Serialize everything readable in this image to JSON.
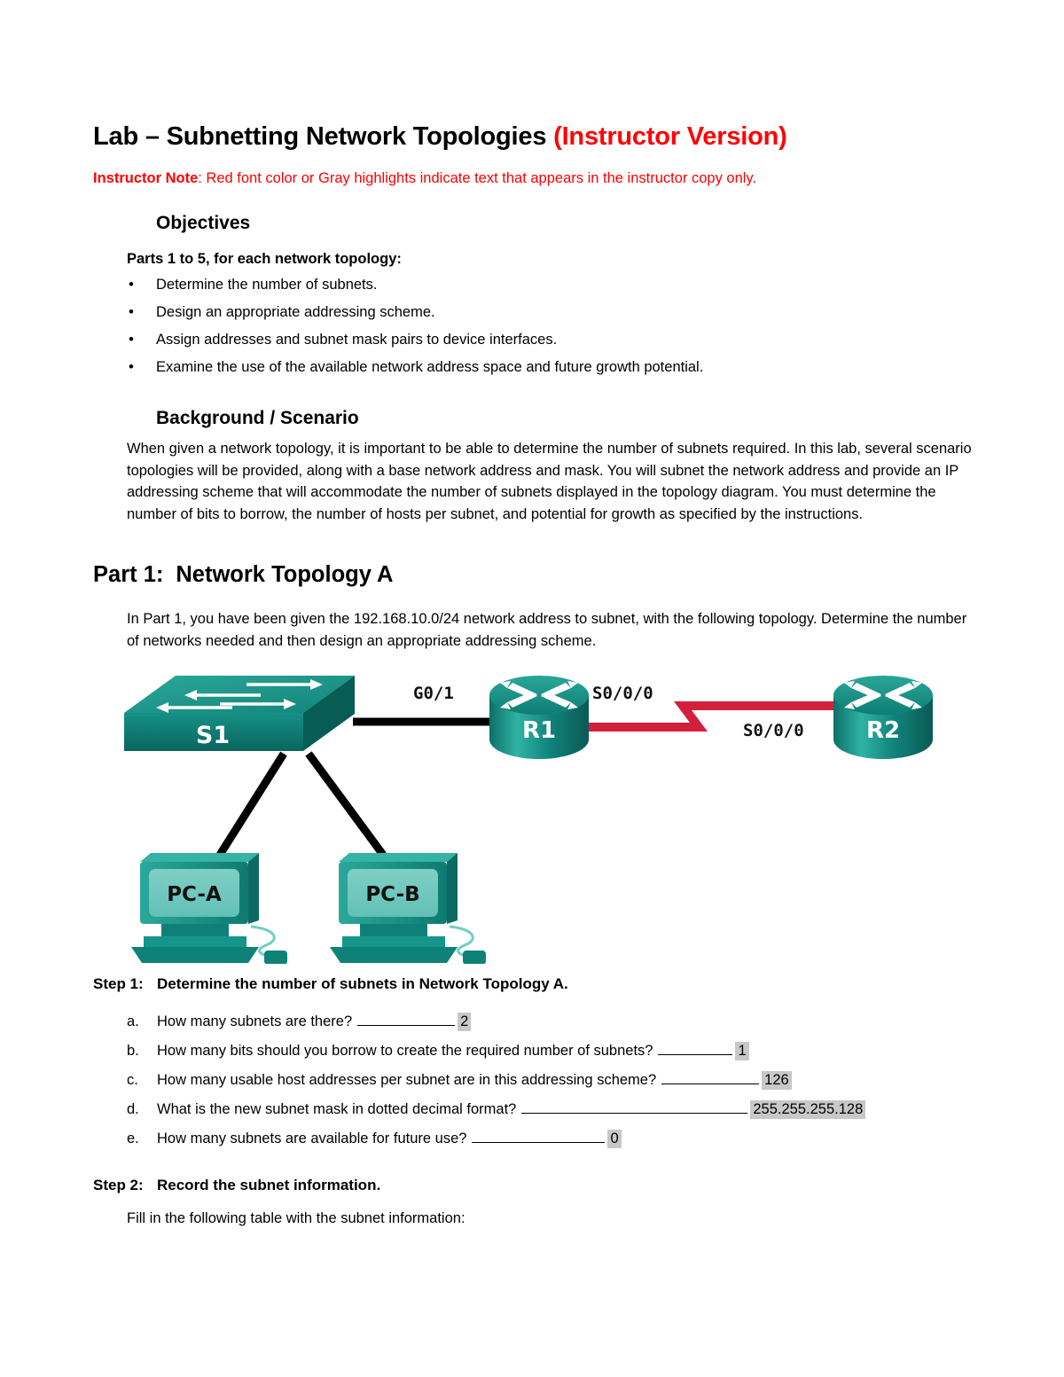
{
  "document": {
    "title_main": "Lab – Subnetting Network Topologies ",
    "title_suffix": "(Instructor Version)",
    "instructor_note_label": "Instructor Note",
    "instructor_note_text": ": Red font color or Gray highlights indicate text that appears in the instructor copy only.",
    "accent_red": "#ff0000",
    "highlight_gray": "#c8c8c8"
  },
  "objectives": {
    "heading": "Objectives",
    "lead": "Parts 1 to 5, for each network topology:",
    "items": [
      "Determine the number of subnets.",
      "Design an appropriate addressing scheme.",
      "Assign addresses and subnet mask pairs to device interfaces.",
      "Examine the use of the available network address space and future growth potential."
    ]
  },
  "background": {
    "heading": "Background / Scenario",
    "text": "When given a network topology, it is important to be able to determine the number of subnets required. In this lab, several scenario topologies will be provided, along with a base network address and mask. You will subnet the network address and provide an IP addressing scheme that will accommodate the number of subnets displayed in the topology diagram. You must determine the number of bits to borrow, the number of hosts per subnet, and potential for growth as specified by the instructions."
  },
  "part1": {
    "number": "Part 1:",
    "heading": "Network Topology A",
    "intro": "In Part 1, you have been given the 192.168.10.0/24 network address to subnet, with the following topology. Determine the number of networks needed and then design an appropriate addressing scheme."
  },
  "topology": {
    "devices": {
      "switch": "S1",
      "router1": "R1",
      "router2": "R2",
      "pc_a": "PC-A",
      "pc_b": "PC-B"
    },
    "interfaces": {
      "r1_lan": "G0/1",
      "r1_serial": "S0/0/0",
      "r2_serial": "S0/0/0"
    },
    "colors": {
      "device_teal": "#1a9287",
      "device_teal_dark": "#0d6f68",
      "ethernet_link": "#000000",
      "serial_link": "#d2203c"
    }
  },
  "step1": {
    "label": "Step 1:",
    "heading": "Determine the number of subnets in Network Topology A.",
    "questions": [
      {
        "marker": "a.",
        "text": "How many subnets are there?",
        "blank_width": 110,
        "answer": "2"
      },
      {
        "marker": "b.",
        "text": "How many bits should you borrow to create the required number of subnets?",
        "blank_width": 84,
        "answer": "1"
      },
      {
        "marker": "c.",
        "text": "How many usable host addresses per subnet are in this addressing scheme?",
        "blank_width": 110,
        "answer": "126"
      },
      {
        "marker": "d.",
        "text": "What is the new subnet mask in dotted decimal format?",
        "blank_width": 255,
        "answer": "255.255.255.128"
      },
      {
        "marker": "e.",
        "text": "How many subnets are available for future use?",
        "blank_width": 150,
        "answer": "0"
      }
    ]
  },
  "step2": {
    "label": "Step 2:",
    "heading": "Record the subnet information.",
    "text": "Fill in the following table with the subnet information:"
  }
}
